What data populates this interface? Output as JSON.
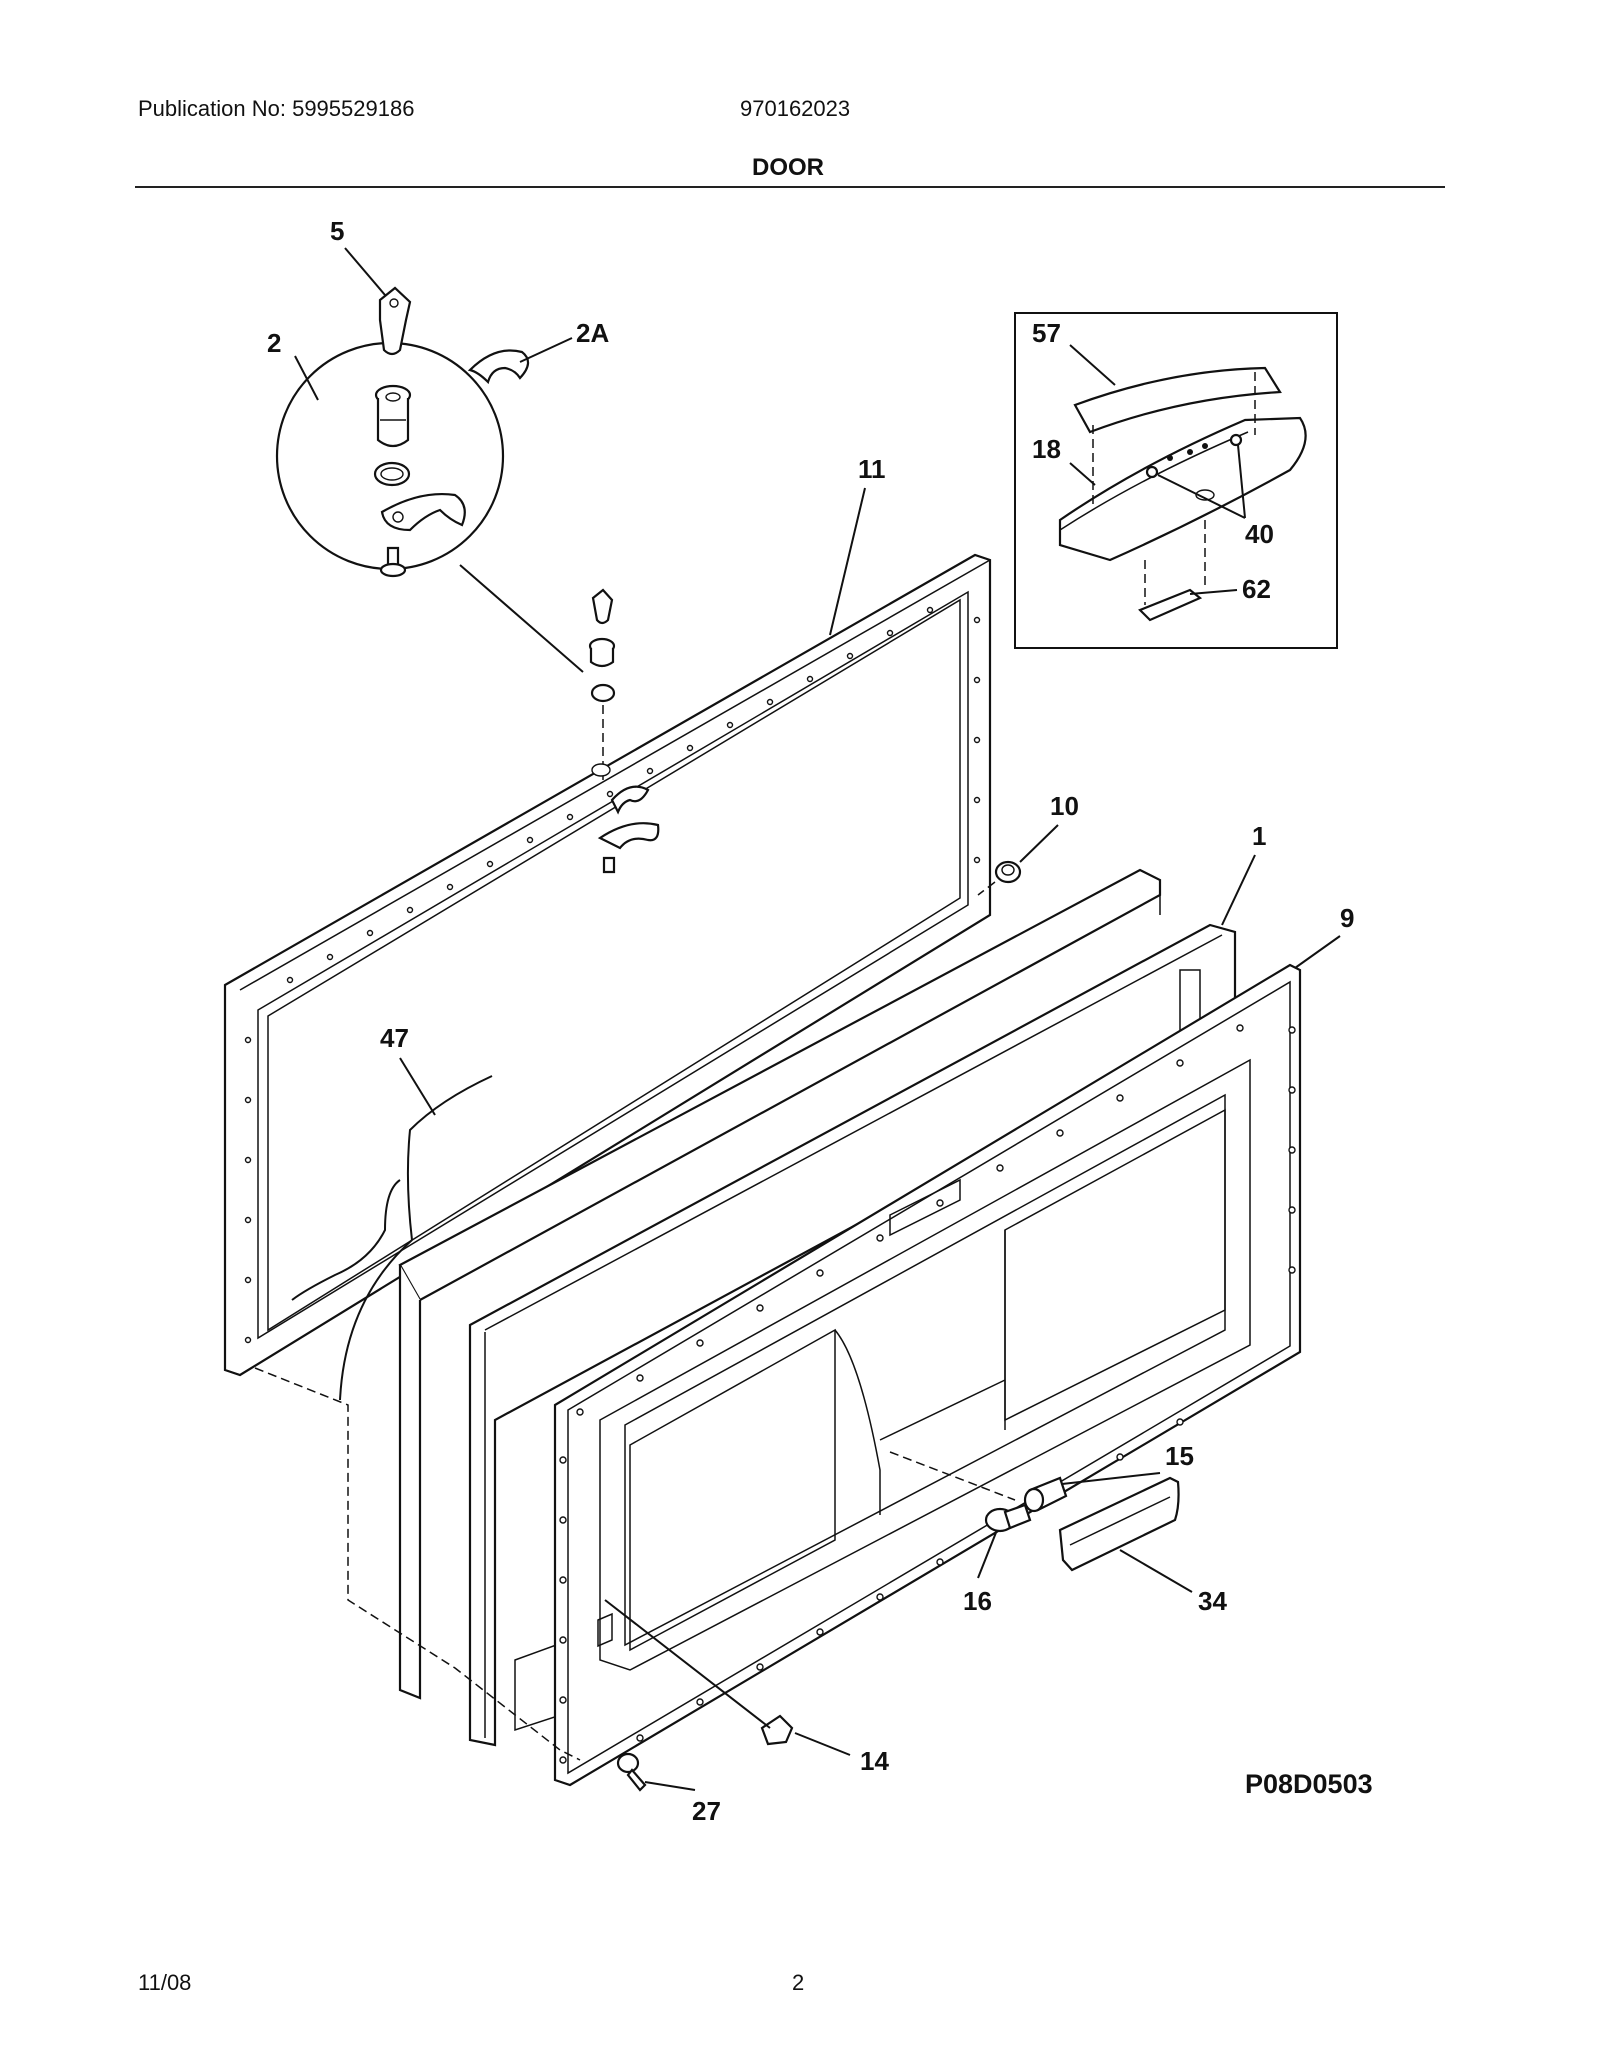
{
  "header": {
    "publication": "Publication No: 5995529186",
    "model": "970162023",
    "title": "DOOR"
  },
  "footer": {
    "date": "11/08",
    "page": "2"
  },
  "diagram": {
    "figure_code": "P08D0503",
    "callouts": [
      {
        "id": "c-5",
        "label": "5"
      },
      {
        "id": "c-2",
        "label": "2"
      },
      {
        "id": "c-2a",
        "label": "2A"
      },
      {
        "id": "c-11",
        "label": "11"
      },
      {
        "id": "c-57",
        "label": "57"
      },
      {
        "id": "c-18",
        "label": "18"
      },
      {
        "id": "c-40",
        "label": "40"
      },
      {
        "id": "c-62",
        "label": "62"
      },
      {
        "id": "c-10",
        "label": "10"
      },
      {
        "id": "c-1",
        "label": "1"
      },
      {
        "id": "c-9",
        "label": "9"
      },
      {
        "id": "c-47",
        "label": "47"
      },
      {
        "id": "c-15",
        "label": "15"
      },
      {
        "id": "c-16",
        "label": "16"
      },
      {
        "id": "c-34",
        "label": "34"
      },
      {
        "id": "c-14",
        "label": "14"
      },
      {
        "id": "c-27",
        "label": "27"
      }
    ]
  }
}
